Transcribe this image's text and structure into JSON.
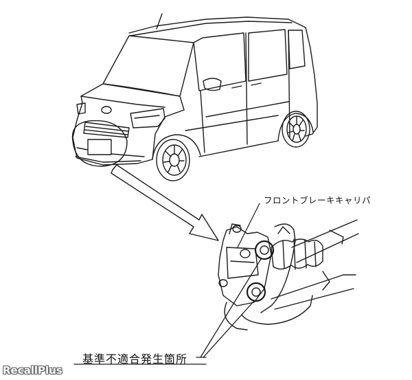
{
  "labels": {
    "caliper": "フロントブレーキキャリパ",
    "defect_location": "基準不適合発生箇所"
  },
  "watermark": "RecallPlus",
  "colors": {
    "line": "#1a1a1a",
    "background": "#ffffff"
  }
}
